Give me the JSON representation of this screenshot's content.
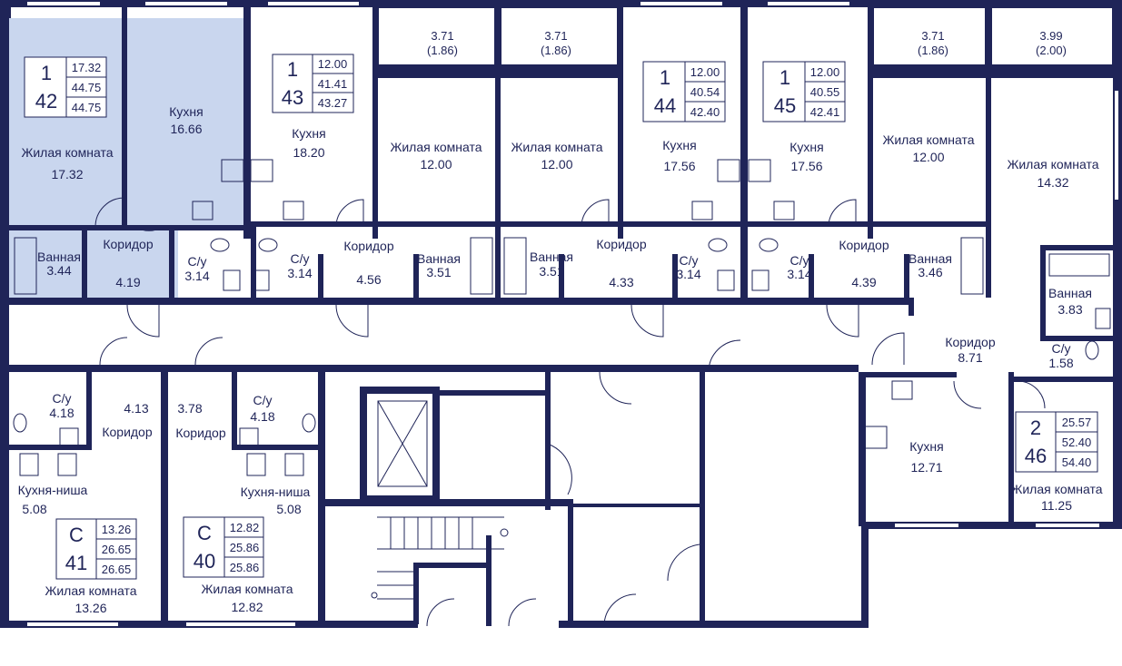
{
  "colors": {
    "wall": "#1f2458",
    "highlight": "#c9d6ee",
    "background": "#ffffff"
  },
  "balconies": [
    {
      "area": "3.71",
      "sub": "(1.86)"
    },
    {
      "area": "3.71",
      "sub": "(1.86)"
    },
    {
      "area": "3.71",
      "sub": "(1.86)"
    },
    {
      "area": "3.99",
      "sub": "(2.00)"
    }
  ],
  "rooms": [
    {
      "name": "Жилая комната",
      "area": "17.32"
    },
    {
      "name": "Кухня",
      "area": "16.66"
    },
    {
      "name": "Ванная",
      "area": "3.44"
    },
    {
      "name": "Коридор",
      "area": "4.19"
    },
    {
      "name": "С/у",
      "area": "3.14"
    },
    {
      "name": "Кухня",
      "area": "18.20"
    },
    {
      "name": "С/у",
      "area": "3.14"
    },
    {
      "name": "Коридор",
      "area": "4.56"
    },
    {
      "name": "Жилая комната",
      "area": "12.00"
    },
    {
      "name": "Ванная",
      "area": "3.51"
    },
    {
      "name": "Жилая комната",
      "area": "12.00"
    },
    {
      "name": "Ванная",
      "area": "3.51"
    },
    {
      "name": "Кухня",
      "area": "17.56"
    },
    {
      "name": "Коридор",
      "area": "4.33"
    },
    {
      "name": "С/у",
      "area": "3.14"
    },
    {
      "name": "Кухня",
      "area": "17.56"
    },
    {
      "name": "С/у",
      "area": "3.14"
    },
    {
      "name": "Коридор",
      "area": "4.39"
    },
    {
      "name": "Жилая комната",
      "area": "12.00"
    },
    {
      "name": "Ванная",
      "area": "3.46"
    },
    {
      "name": "Жилая комната",
      "area": "14.32"
    },
    {
      "name": "Ванная",
      "area": "3.83"
    },
    {
      "name": "Коридор",
      "area": "8.71"
    },
    {
      "name": "С/у",
      "area": "1.58"
    },
    {
      "name": "Кухня",
      "area": "12.71"
    },
    {
      "name": "Жилая комната",
      "area": "11.25"
    },
    {
      "name": "С/у",
      "area": "4.18"
    },
    {
      "name": "Коридор",
      "area": "4.13"
    },
    {
      "name": "Кухня-ниша",
      "area": "5.08"
    },
    {
      "name": "Жилая комната",
      "area": "13.26"
    },
    {
      "name": "С/у",
      "area": "4.18"
    },
    {
      "name": "Коридор",
      "area": "3.78"
    },
    {
      "name": "Кухня-ниша",
      "area": "5.08"
    },
    {
      "name": "Жилая комната",
      "area": "12.82"
    }
  ],
  "apartments": [
    {
      "rooms": "1",
      "number": "42",
      "values": [
        "17.32",
        "44.75",
        "44.75"
      ]
    },
    {
      "rooms": "1",
      "number": "43",
      "values": [
        "12.00",
        "41.41",
        "43.27"
      ]
    },
    {
      "rooms": "1",
      "number": "44",
      "values": [
        "12.00",
        "40.54",
        "42.40"
      ]
    },
    {
      "rooms": "1",
      "number": "45",
      "values": [
        "12.00",
        "40.55",
        "42.41"
      ]
    },
    {
      "rooms": "2",
      "number": "46",
      "values": [
        "25.57",
        "52.40",
        "54.40"
      ]
    },
    {
      "rooms": "С",
      "number": "41",
      "values": [
        "13.26",
        "26.65",
        "26.65"
      ]
    },
    {
      "rooms": "С",
      "number": "40",
      "values": [
        "12.82",
        "25.86",
        "25.86"
      ]
    }
  ]
}
